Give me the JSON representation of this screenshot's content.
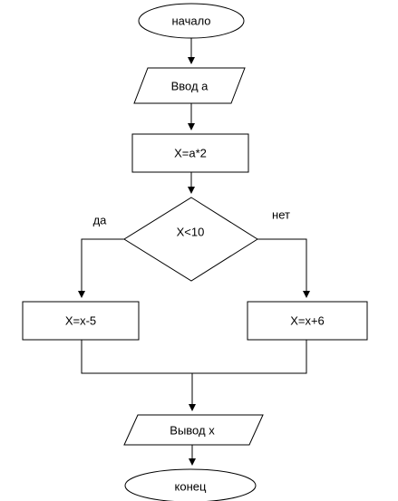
{
  "flowchart": {
    "start": "начало",
    "input": "Ввод а",
    "assign": "X=a*2",
    "condition": "X<10",
    "yes_label": "да",
    "no_label": "нет",
    "yes_branch": "X=x-5",
    "no_branch": "X=x+6",
    "output": "Вывод х",
    "end": "конец"
  }
}
